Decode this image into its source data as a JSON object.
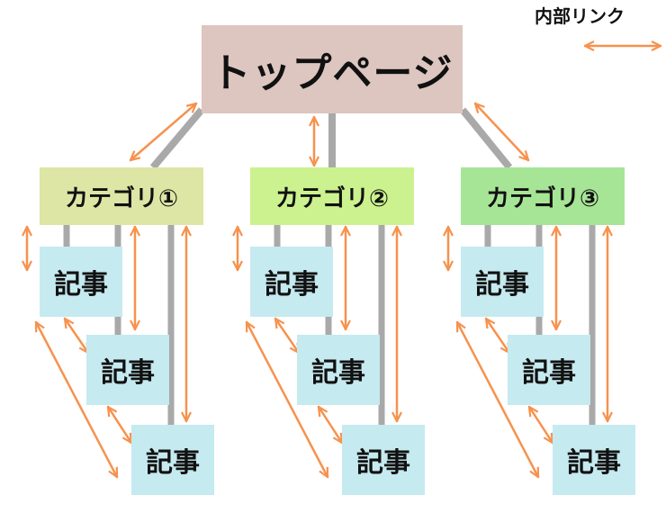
{
  "legend": {
    "label": "内部リンク",
    "color": "#f6924e"
  },
  "top_page": {
    "label": "トップページ",
    "color": "#dcc6bf"
  },
  "categories": [
    {
      "label": "カテゴリ①",
      "color": "#dde6a4"
    },
    {
      "label": "カテゴリ②",
      "color": "#ccf28f"
    },
    {
      "label": "カテゴリ③",
      "color": "#a7e596"
    }
  ],
  "article": {
    "label": "記事",
    "color": "#c5eaf0"
  },
  "colors": {
    "connector": "#a9a9a9",
    "arrow": "#f6924e"
  }
}
